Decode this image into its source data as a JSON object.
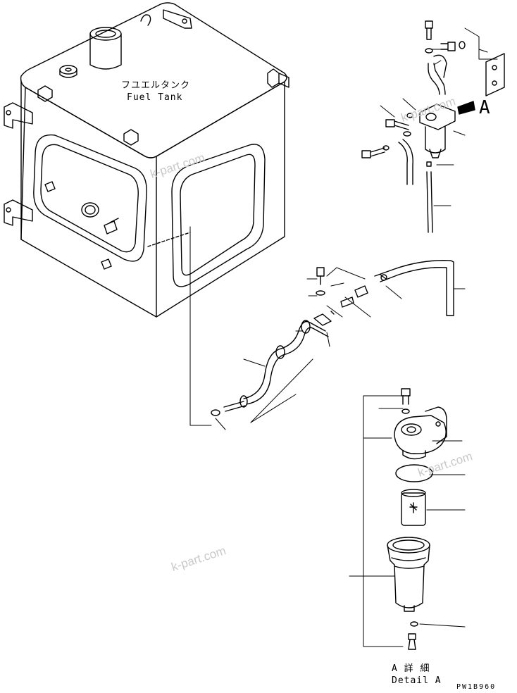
{
  "labels": {
    "fuel_tank_jp": "フユエルタンク",
    "fuel_tank_en": "Fuel Tank",
    "view_marker": "A",
    "detail_jp": "A 詳 細",
    "detail_en": "Detail A",
    "drawing_code": "PW1B960"
  },
  "watermarks": [
    "k-part.com",
    "k-part.com",
    "k-part.com",
    "k-part.com"
  ],
  "icons": [
    "view-arrow-icon"
  ]
}
